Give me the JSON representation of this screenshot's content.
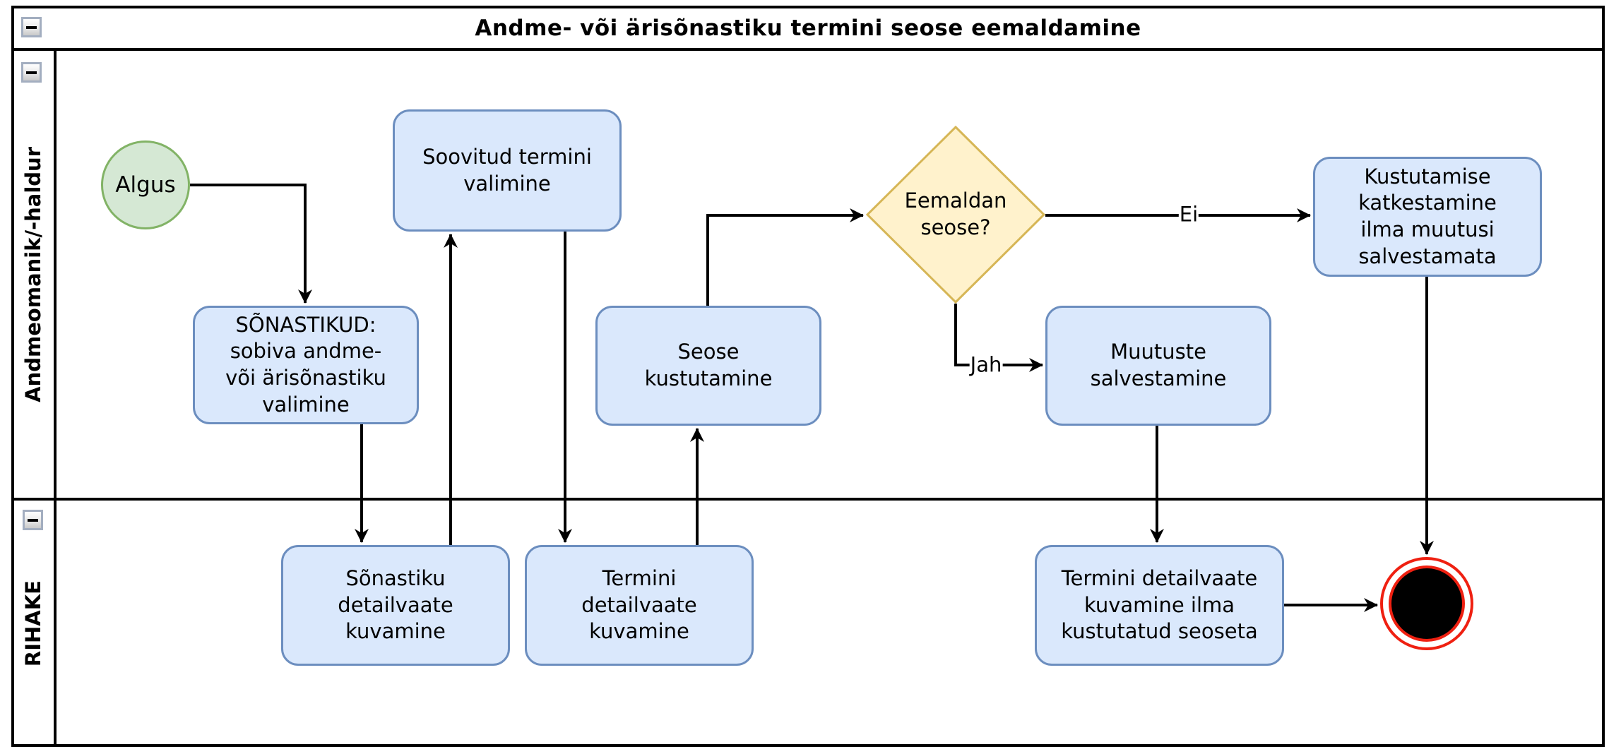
{
  "pool": {
    "title": "Andme- või ärisõnastiku termini seose eemaldamine"
  },
  "lanes": [
    {
      "label": "Andmeomanik/-haldur"
    },
    {
      "label": "RIHAKE"
    }
  ],
  "nodes": {
    "start": {
      "label": "Algus"
    },
    "select_glossary": {
      "label": "SÕNASTIKUD:\nsobiva andme-\nvõi ärisõnastiku\nvalimine"
    },
    "select_term": {
      "label": "Soovitud termini\nvalimine"
    },
    "delete_relation": {
      "label": "Seose\nkustutamine"
    },
    "decision_remove": {
      "label": "Eemaldan\nseose?"
    },
    "save_changes": {
      "label": "Muutuste\nsalvestamine"
    },
    "cancel_delete": {
      "label": "Kustutamise\nkatkestamine\nilma muutusi\nsalvestamata"
    },
    "glossary_detail_view": {
      "label": "Sõnastiku\ndetailvaate\nkuvamine"
    },
    "term_detail_view": {
      "label": "Termini\ndetailvaate\nkuvamine"
    },
    "term_detail_no_relation": {
      "label": "Termini detailvaate\nkuvamine ilma\nkustutatud seoseta"
    }
  },
  "edge_labels": {
    "no": "Ei",
    "yes": "Jah"
  },
  "colors": {
    "task_fill": "#dae8fc",
    "task_stroke": "#6c8ebf",
    "start_fill": "#d5e8d4",
    "start_stroke": "#82b366",
    "decision_fill": "#fff2cc",
    "decision_stroke": "#d6b656",
    "end_ring": "#ef2011",
    "end_fill": "#000000",
    "line": "#000000"
  }
}
